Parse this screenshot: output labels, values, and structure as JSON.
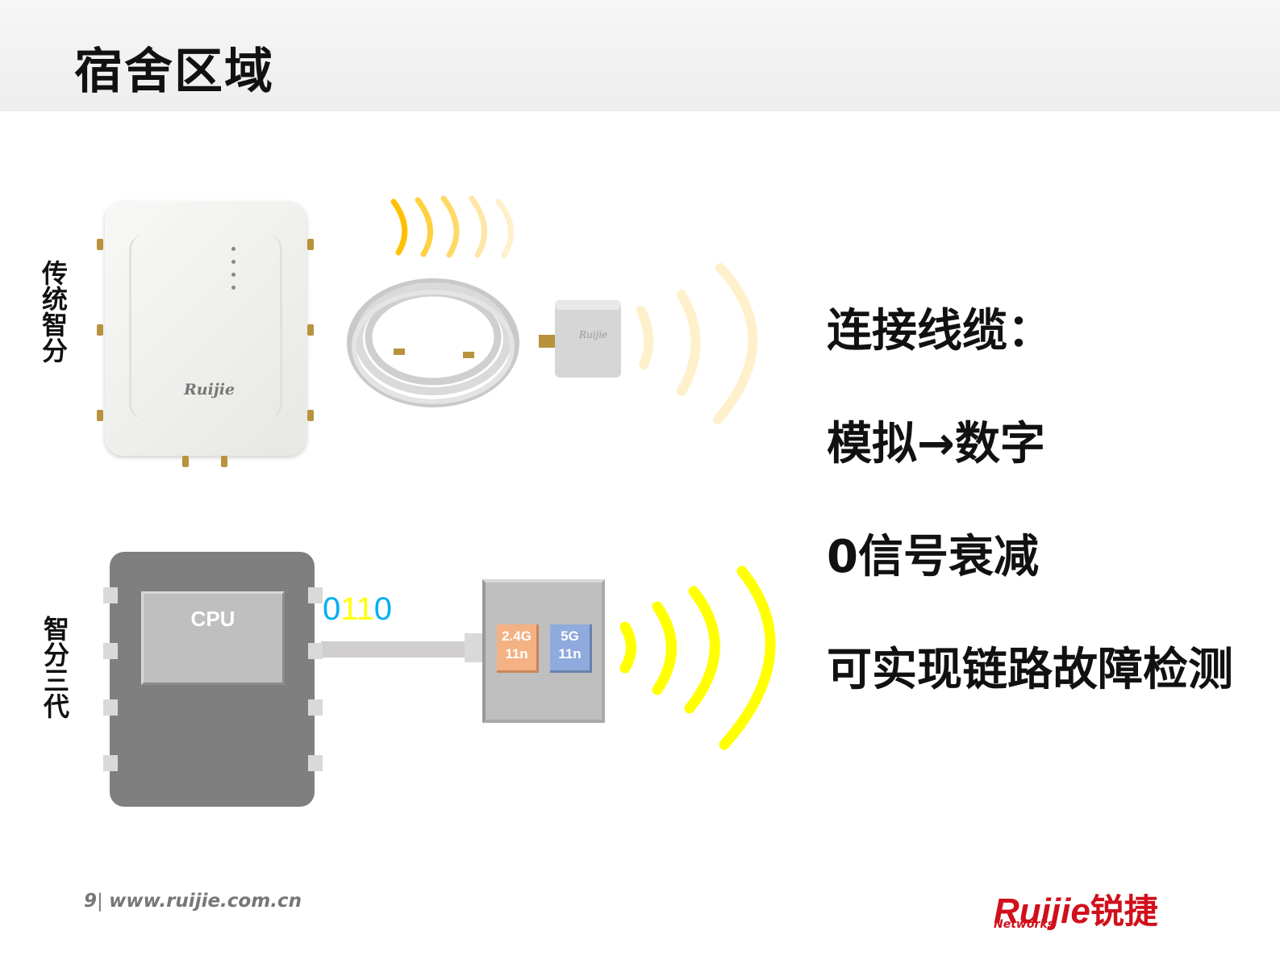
{
  "slide": {
    "title": "宿舍区域",
    "labels": {
      "traditional": "传统智分",
      "third_gen": "智分三代"
    },
    "features": [
      "连接线缆：",
      "模拟→数字",
      "0信号衰减",
      "可实现链路故障检测"
    ],
    "ap_brand": "Ruijie",
    "antenna_brand": "Ruijie",
    "cpu_label": "CPU",
    "bits": [
      "0",
      "1",
      "1",
      "0"
    ],
    "bit_colors": [
      "#00b0f0",
      "#ffff00",
      "#ffff00",
      "#00b0f0"
    ],
    "bands": [
      {
        "freq": "2.4G",
        "mode": "11n",
        "color": "#f4b183"
      },
      {
        "freq": "5G",
        "mode": "11n",
        "color": "#8faadc"
      }
    ],
    "page_number": "9",
    "website": "www.ruijie.com.cn",
    "logo": {
      "brand": "Ruijie",
      "chinese": "锐捷",
      "sub": "Networks",
      "color": "#d0101b"
    }
  }
}
